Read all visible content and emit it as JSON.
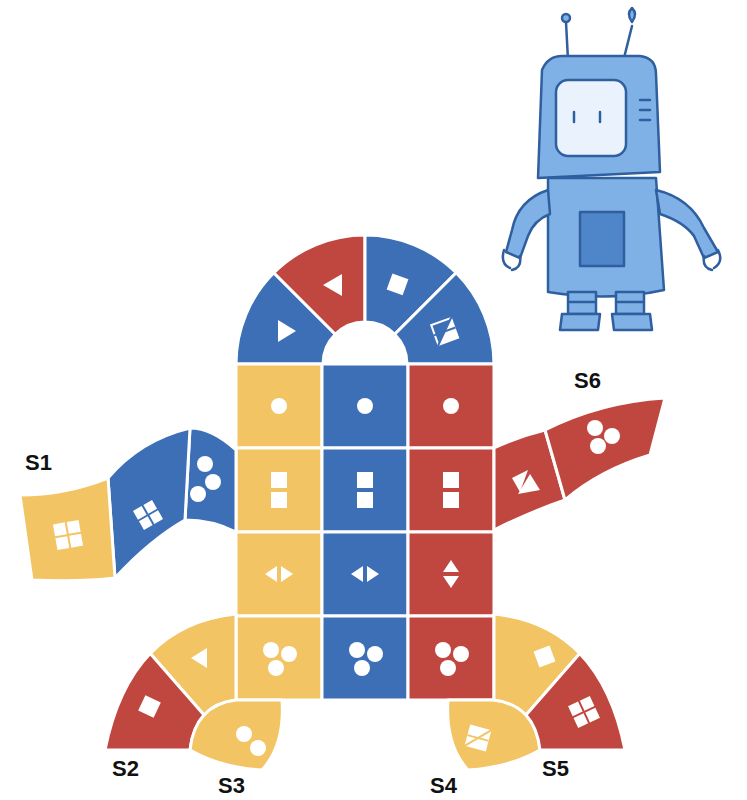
{
  "diagram": {
    "labels": [
      "S1",
      "S2",
      "S3",
      "S4",
      "S5",
      "S6"
    ]
  }
}
